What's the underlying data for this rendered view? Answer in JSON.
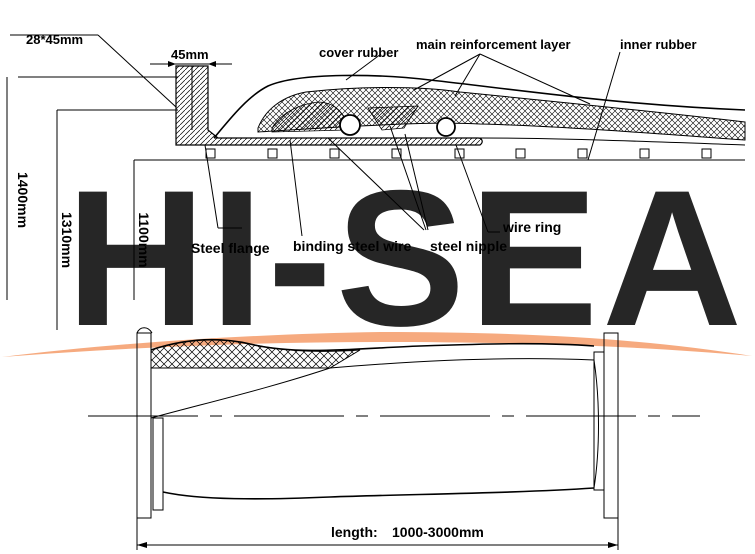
{
  "watermark": {
    "text": "HI-SEA",
    "color": "#F5A171"
  },
  "labels": {
    "chamfer": "28*45mm",
    "flange_width": "45mm",
    "cover_rubber": "cover rubber",
    "main_reinforcement": "main reinforcement layer",
    "inner_rubber": "inner rubber",
    "wire_ring": "wire ring",
    "steel_flange": "Steel flange",
    "binding_wire": "binding steel wire",
    "steel_nipple": "steel nipple",
    "dim_1400": "1400mm",
    "dim_1310": "1310mm",
    "dim_1100": "1100mm",
    "length_label": "length:",
    "length_value": "1000-3000mm"
  },
  "colors": {
    "line": "#000000",
    "hatch": "#000000"
  }
}
